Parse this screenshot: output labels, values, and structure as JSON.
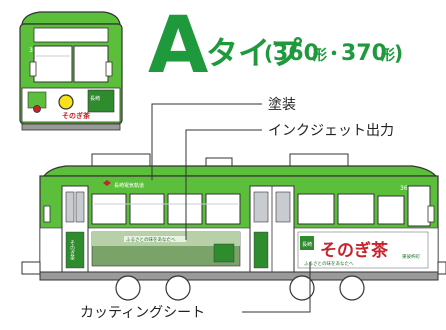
{
  "title": {
    "letter": "A",
    "text": "タイプ",
    "paren_open": "(",
    "num1": "360",
    "kanji1": "形",
    "dot": "・",
    "num2": "370",
    "kanji2": "形",
    "paren_close": ")"
  },
  "callouts": {
    "paint": "塗装",
    "inkjet": "インクジェット出力",
    "cutting": "カッティングシート"
  },
  "tram": {
    "car_number": "367",
    "operator_mark": "長崎電気軌道",
    "ad_brand": "そのぎ茶",
    "ad_vertical_left": "そのぎ茶",
    "ad_sub": "ふるさとの味をあなたへ",
    "ad_town": "東彼杵町",
    "ad_kanji_small": "長崎"
  },
  "colors": {
    "title_green": "#1e9a3c",
    "body_green": "#5cbf3c",
    "body_dark_green": "#2e8b2e",
    "white": "#ffffff",
    "window_gray": "#c8ccd0",
    "skirt_gray": "#9a9a9a",
    "outline": "#333333",
    "ad_field_green": "#7aa36a",
    "ad_text_green": "#1d6e2a",
    "ad_red": "#c8232c"
  }
}
